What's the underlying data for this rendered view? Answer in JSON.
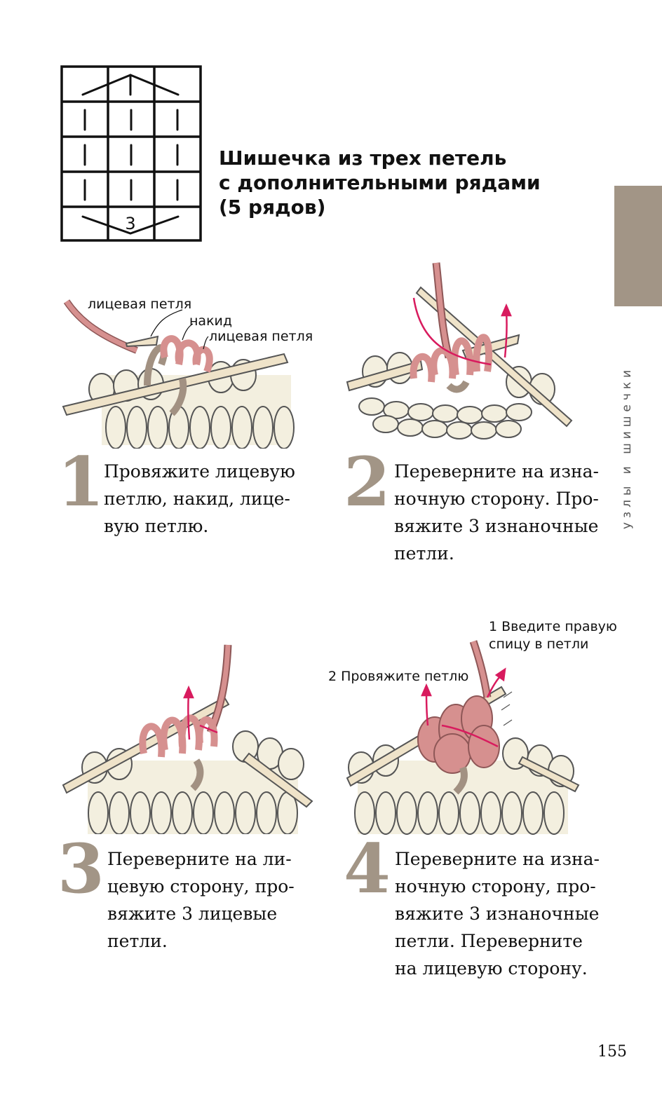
{
  "chart": {
    "symbol_number": "3"
  },
  "title": {
    "lines": [
      "Шишечка из трех петель",
      "с дополнительными рядами",
      "(5 рядов)"
    ]
  },
  "side_tab": {
    "text": "узлы и шишечки"
  },
  "steps": [
    {
      "number": "1",
      "lines": [
        "Провяжите лицевую",
        "петлю, накид, лице-",
        "вую петлю."
      ],
      "labels": [
        "лицевая петля",
        "накид",
        "лицевая петля"
      ]
    },
    {
      "number": "2",
      "lines": [
        "Переверните на изна-",
        "ночную сторону. Про-",
        "вяжите 3 изнаночные",
        "петли."
      ]
    },
    {
      "number": "3",
      "lines": [
        "Переверните на ли-",
        "цевую сторону, про-",
        "вяжите 3 лицевые",
        "петли."
      ]
    },
    {
      "number": "4",
      "lines": [
        "Переверните на изна-",
        "ночную сторону, про-",
        "вяжите 3 изнаночные",
        "петли. Переверните",
        "на лицевую сторону."
      ],
      "labels": [
        "1 Введите правую",
        "спицу в петли",
        "2 Провяжите петлю"
      ]
    }
  ],
  "page_number": "155",
  "colors": {
    "accent": "#a29586",
    "yarn_pink": "#d6908f",
    "yarn_cream": "#f3efdf",
    "yarn_brown": "#a29182",
    "needle": "#efe3c9",
    "arrow": "#d81b5e"
  }
}
